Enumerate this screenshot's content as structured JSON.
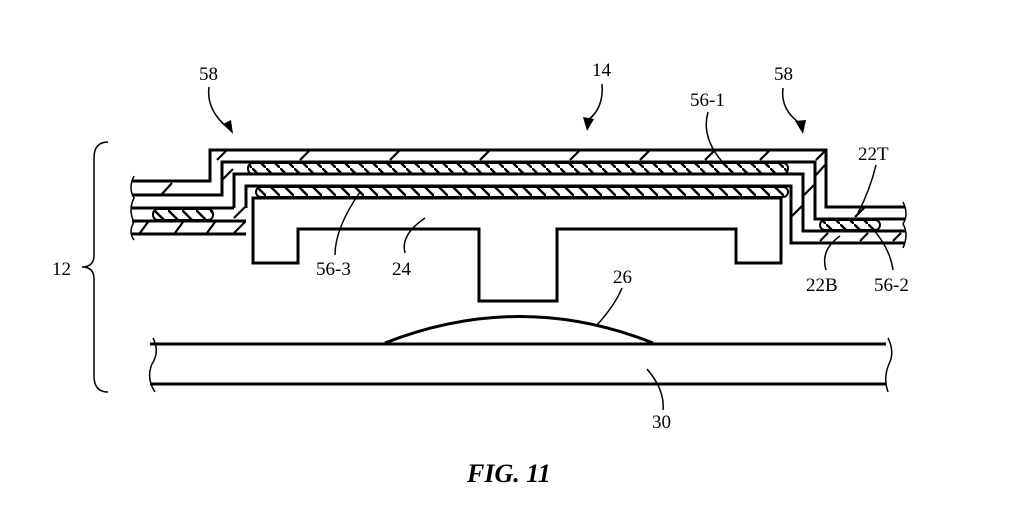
{
  "figure": {
    "title": "FIG. 11",
    "labels": {
      "device": "12",
      "button": "14",
      "edge_left": "58",
      "edge_right": "58",
      "adhesive_top": "56-1",
      "adhesive_side": "56-2",
      "adhesive_bottom": "56-3",
      "top_layer": "22T",
      "bottom_layer": "22B",
      "plunger": "24",
      "dome": "26",
      "substrate": "30"
    },
    "colors": {
      "ink": "#000000",
      "background": "#ffffff"
    }
  }
}
